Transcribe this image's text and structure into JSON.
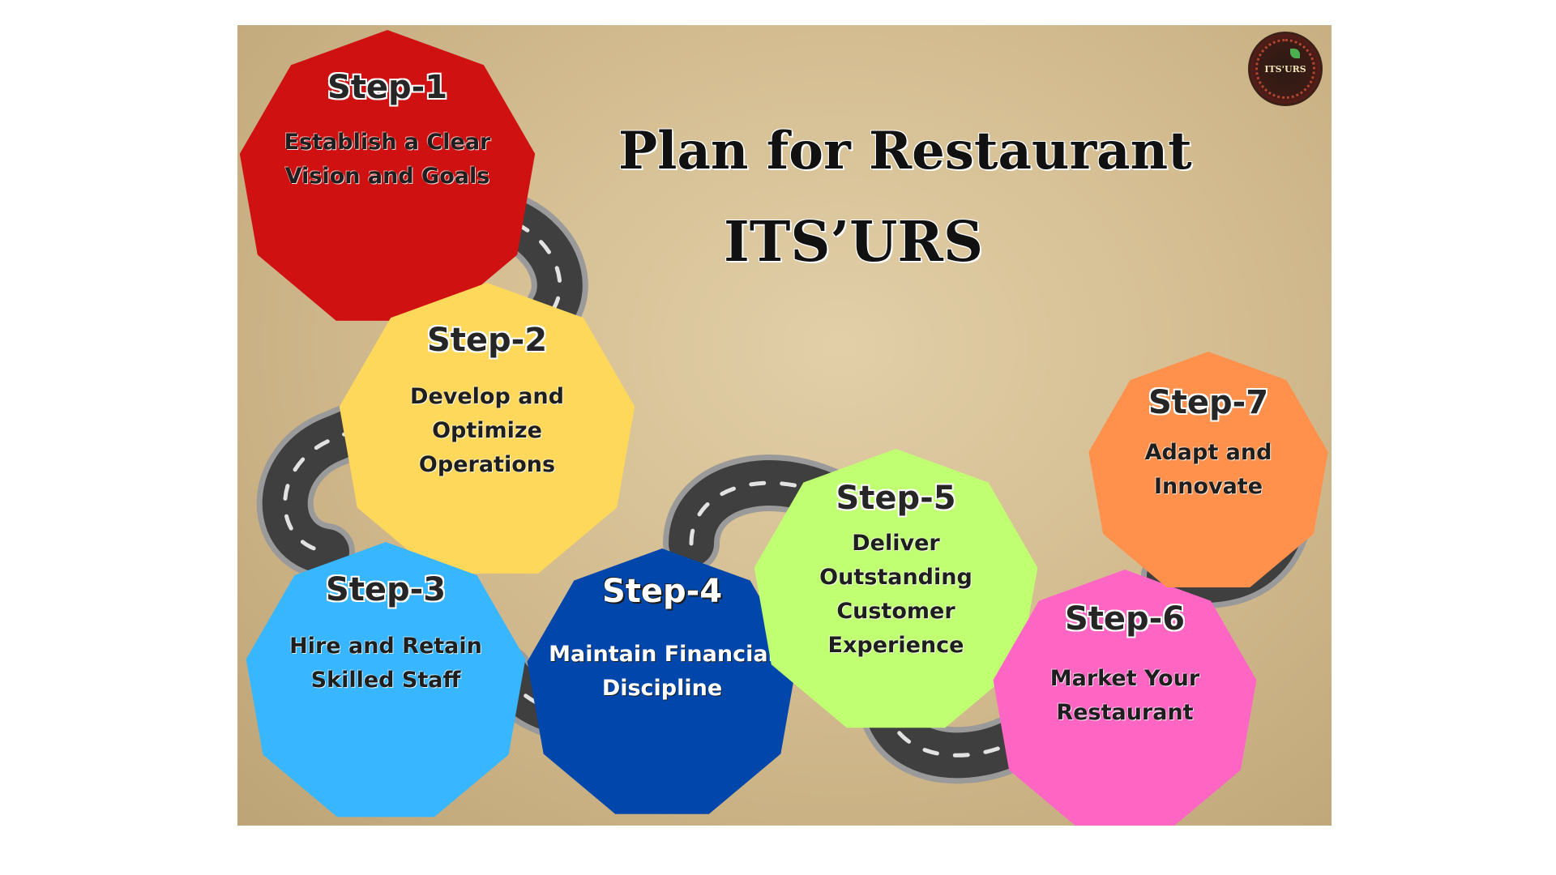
{
  "title": {
    "line1": "Plan for Restaurant",
    "line2": "ITS’URS"
  },
  "logo": {
    "text": "ITS'URS",
    "icon": "restaurant-logo-icon"
  },
  "steps": [
    {
      "label": "Step-1",
      "text": [
        "Establish a Clear",
        "Vision and Goals"
      ],
      "color": "#d01111"
    },
    {
      "label": "Step-2",
      "text": [
        "Develop and",
        "Optimize",
        "Operations"
      ],
      "color": "#fdd85a"
    },
    {
      "label": "Step-3",
      "text": [
        "Hire and Retain",
        "Skilled Staff"
      ],
      "color": "#38b6ff"
    },
    {
      "label": "Step-4",
      "text": [
        "Maintain Financial",
        "Discipline"
      ],
      "color": "#0146aa"
    },
    {
      "label": "Step-5",
      "text": [
        "Deliver",
        "Outstanding",
        "Customer",
        "Experience"
      ],
      "color": "#c1ff72"
    },
    {
      "label": "Step-6",
      "text": [
        "Market Your",
        "Restaurant"
      ],
      "color": "#ff66c4"
    },
    {
      "label": "Step-7",
      "text": [
        "Adapt and",
        "Innovate"
      ],
      "color": "#ff914d"
    }
  ],
  "colors": {
    "road": "#3f3f3f",
    "road_edge": "#9a9a9a",
    "road_dash": "#e2e2e2",
    "title_text": "#111111"
  }
}
